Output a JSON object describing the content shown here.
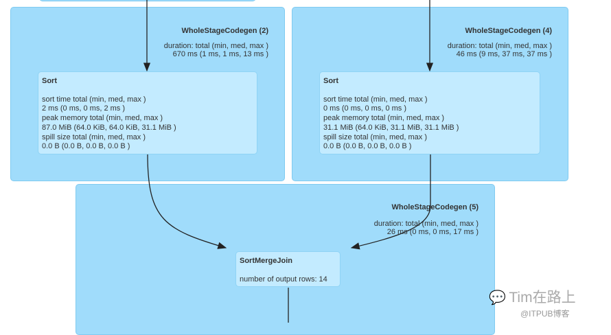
{
  "clusters": [
    {
      "title": "WholeStageCodegen (2)",
      "meta_label": "duration: total (min, med, max )",
      "meta_value": "670 ms (1 ms, 1 ms, 13 ms )"
    },
    {
      "title": "WholeStageCodegen (4)",
      "meta_label": "duration: total (min, med, max )",
      "meta_value": "46 ms (9 ms, 37 ms, 37 ms )"
    },
    {
      "title": "WholeStageCodegen (5)",
      "meta_label": "duration: total (min, med, max )",
      "meta_value": "26 ms (0 ms, 0 ms, 17 ms )"
    }
  ],
  "nodes": [
    {
      "title": "Sort",
      "lines": [
        "sort time total (min, med, max )",
        "2 ms (0 ms, 0 ms, 2 ms )",
        "peak memory total (min, med, max )",
        "87.0 MiB (64.0 KiB, 64.0 KiB, 31.1 MiB )",
        "spill size total (min, med, max )",
        "0.0 B (0.0 B, 0.0 B, 0.0 B )"
      ]
    },
    {
      "title": "Sort",
      "lines": [
        "sort time total (min, med, max )",
        "0 ms (0 ms, 0 ms, 0 ms )",
        "peak memory total (min, med, max )",
        "31.1 MiB (64.0 KiB, 31.1 MiB, 31.1 MiB )",
        "spill size total (min, med, max )",
        "0.0 B (0.0 B, 0.0 B, 0.0 B )"
      ]
    },
    {
      "title": "SortMergeJoin",
      "lines": [
        "number of output rows: 14"
      ]
    }
  ],
  "watermark": {
    "name": "Tim在路上",
    "source": "@ITPUB博客"
  }
}
